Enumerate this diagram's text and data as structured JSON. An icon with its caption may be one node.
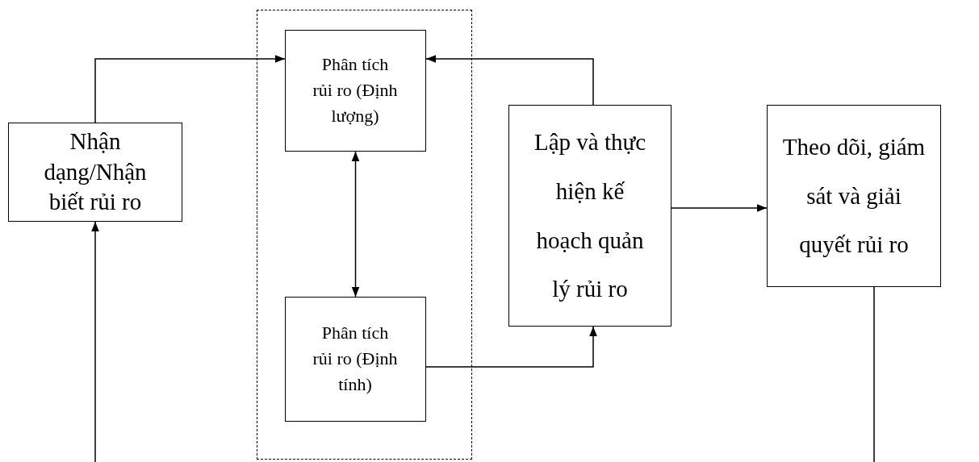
{
  "diagram": {
    "nodes": [
      {
        "text": [],
        "shape": "box"
      },
      {
        "text": [
          "Nhận dạng/Nhận biết rủi ro"
        ]
      },
      {
        "text": [
          "Phân tích rủi ro (Định lượng)"
        ],
        "in": 0
      },
      {
        "text": [
          "Phân tích rủi ro (Định tính)"
        ],
        "in": 0
      },
      {
        "text": [
          "Lập và thực hiện kế hoạch quản lý rủi ro"
        ]
      },
      {
        "text": [
          "Theo dõi, giám sát và giải quyết rủi ro"
        ]
      }
    ],
    "edges": [
      {
        "from": 1,
        "to": 2,
        "arrow": "to"
      },
      {
        "from": 4,
        "to": 2,
        "arrow": "to"
      },
      {
        "from": 2,
        "to": 3,
        "arrow": "both"
      },
      {
        "from": 3,
        "to": 4,
        "arrow": "to"
      },
      {
        "from": 4,
        "to": 5,
        "arrow": "to"
      },
      {
        "from": 5,
        "to": 1,
        "arrow": "to"
      }
    ]
  }
}
